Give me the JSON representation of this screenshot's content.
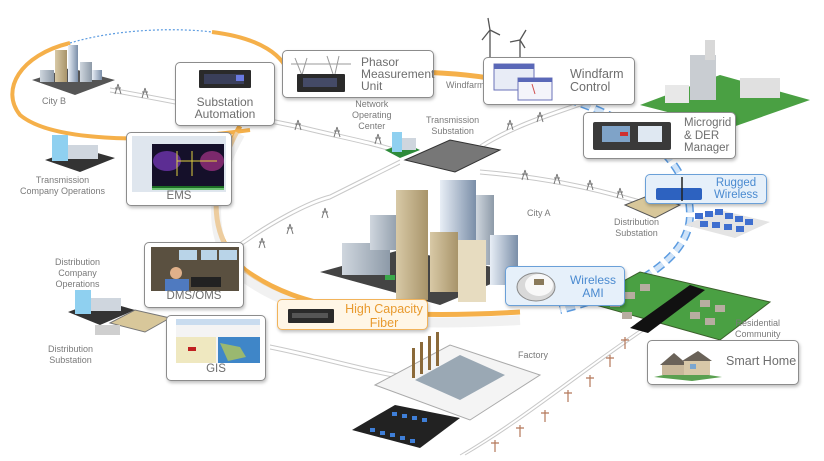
{
  "diagram": {
    "title": "Smart Grid Communications Network",
    "callouts": {
      "substation_automation": {
        "line1": "Substation",
        "line2": "Automation"
      },
      "pmu": {
        "line1": "Phasor",
        "line2": "Measurement",
        "line3": "Unit"
      },
      "windfarm_control": {
        "line1": "Windfarm",
        "line2": "Control"
      },
      "microgrid": {
        "line1": "Microgrid",
        "line2": "& DER",
        "line3": "Manager"
      },
      "rugged_wireless": {
        "line1": "Rugged",
        "line2": "Wireless"
      },
      "ems": {
        "label": "EMS"
      },
      "dms_oms": {
        "label": "DMS/OMS"
      },
      "gis": {
        "label": "GIS"
      },
      "high_capacity_fiber": {
        "line1": "High Capacity",
        "line2": "Fiber"
      },
      "wireless_ami": {
        "line1": "Wireless",
        "line2": "AMI"
      },
      "smart_home": {
        "label": "Smart Home"
      }
    },
    "places": {
      "city_b": "City B",
      "city_a": "City A",
      "noc": {
        "line1": "Network",
        "line2": "Operating",
        "line3": "Center"
      },
      "transmission_substation": {
        "line1": "Transmission",
        "line2": "Substation"
      },
      "windfarm": "Windfarm",
      "transmission_company_ops": {
        "line1": "Transmission",
        "line2": "Company Operations"
      },
      "distribution_company_ops": {
        "line1": "Distribution",
        "line2": "Company",
        "line3": "Operations"
      },
      "distribution_substation_left": {
        "line1": "Distribution",
        "line2": "Substation"
      },
      "distribution_substation_right": {
        "line1": "Distribution",
        "line2": "Substation"
      },
      "factory": "Factory",
      "residential_community": {
        "line1": "Residential",
        "line2": "Community"
      }
    },
    "colors": {
      "fiber_orange": "#f5b04a",
      "wireless_blue": "#5b9be0",
      "wireless_blue_light": "#a9cdf2",
      "box_border": "#8c8c8c",
      "text_gray": "#6e6e6e"
    }
  }
}
